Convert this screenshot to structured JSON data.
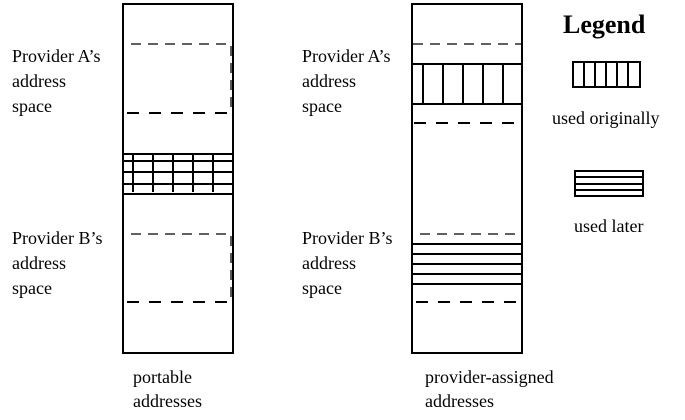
{
  "left_column": {
    "provider_a": [
      "Provider A’s",
      "address",
      "space"
    ],
    "provider_b": [
      "Provider B’s",
      "address",
      "space"
    ],
    "caption": [
      "portable",
      "addresses"
    ]
  },
  "right_column": {
    "provider_a": [
      "Provider A’s",
      "address",
      "space"
    ],
    "provider_b": [
      "Provider B’s",
      "address",
      "space"
    ],
    "caption": [
      "provider-assigned",
      "addresses"
    ]
  },
  "legend": {
    "title": "Legend",
    "used_originally": "used originally",
    "used_later": "used later"
  }
}
